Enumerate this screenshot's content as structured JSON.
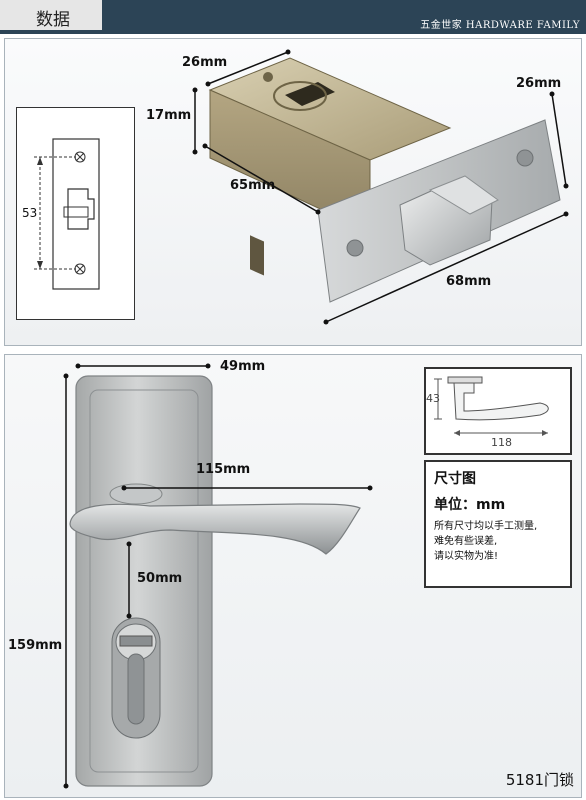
{
  "header": {
    "tab_label": "数据",
    "brand": "五金世家 HARDWARE FAMILY"
  },
  "latch": {
    "dim_top": "26mm",
    "dim_side": "17mm",
    "dim_depth": "65mm",
    "dim_face_h": "26mm",
    "dim_face_w": "68mm"
  },
  "strike_plate": {
    "dim_height": "53"
  },
  "lock": {
    "dim_width": "49mm",
    "dim_lever": "115mm",
    "dim_center": "50mm",
    "dim_height": "159mm"
  },
  "handle_inset": {
    "dim_h": "43",
    "dim_w": "118"
  },
  "notes": {
    "title": "尺寸图",
    "unit": "单位：mm",
    "line1": "所有尺寸均以手工测量,",
    "line2": "难免有些误差,",
    "line3": "请以实物为准!"
  },
  "model": "5181门锁",
  "colors": {
    "header_bg": "#2c4456",
    "brass": "#b7aa86",
    "steel": "#b9bcbd"
  }
}
